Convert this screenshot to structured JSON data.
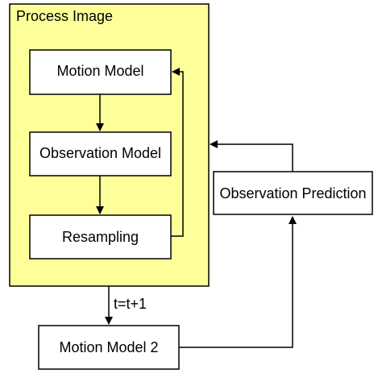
{
  "container": {
    "title": "Process Image",
    "fill": "#ffff99",
    "stroke": "#000000"
  },
  "nodes": {
    "motion_model": "Motion Model",
    "observation_model": "Observation Model",
    "resampling": "Resampling",
    "observation_prediction": "Observation Prediction",
    "motion_model_2": "Motion Model 2"
  },
  "edges": {
    "time_step_label": "t=t+1"
  },
  "colors": {
    "box_fill": "#ffffff",
    "line": "#000000",
    "background": "#ffffff"
  }
}
